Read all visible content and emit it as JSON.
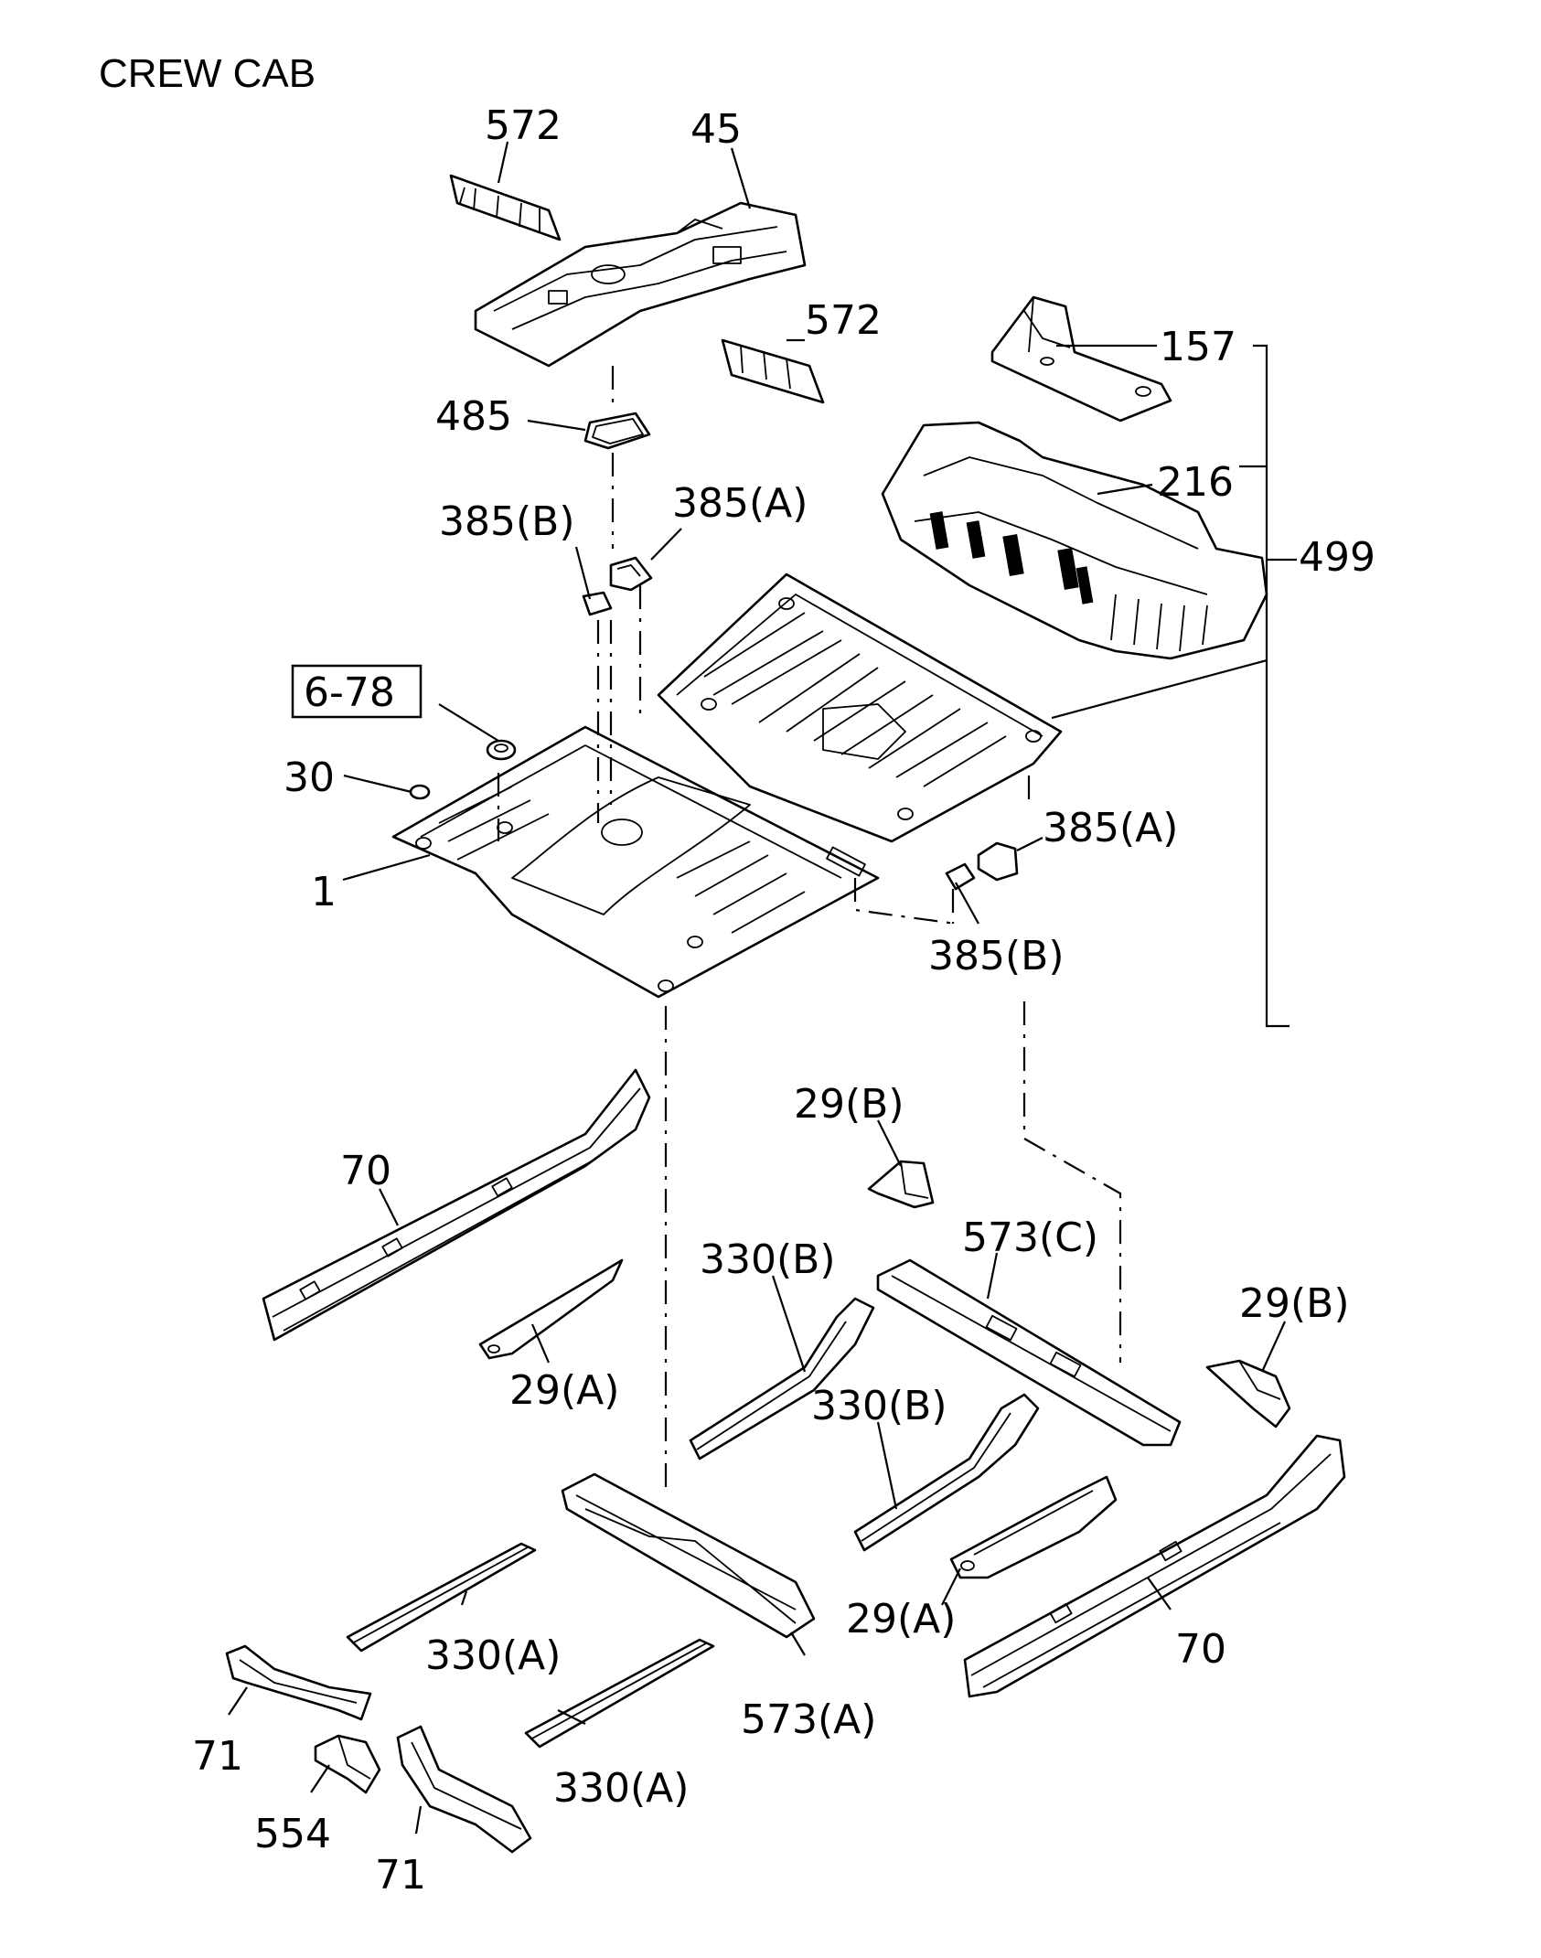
{
  "title": "CREW CAB",
  "parts": {
    "p572_top": "572",
    "p45": "45",
    "p572_mid": "572",
    "p157": "157",
    "p485": "485",
    "p216": "216",
    "p385a_top": "385(A)",
    "p385b_top": "385(B)",
    "p499": "499",
    "p6_78": "6-78",
    "p30": "30",
    "p1": "1",
    "p385a_right": "385(A)",
    "p385b_right": "385(B)",
    "p70_left": "70",
    "p29b_mid": "29(B)",
    "p573c": "573(C)",
    "p330b_left": "330(B)",
    "p29a_left": "29(A)",
    "p29b_right": "29(B)",
    "p330b_right": "330(B)",
    "p29a_right": "29(A)",
    "p70_right": "70",
    "p330a_top": "330(A)",
    "p573a": "573(A)",
    "p71_left": "71",
    "p554": "554",
    "p330a_bottom": "330(A)",
    "p71_bottom": "71"
  }
}
